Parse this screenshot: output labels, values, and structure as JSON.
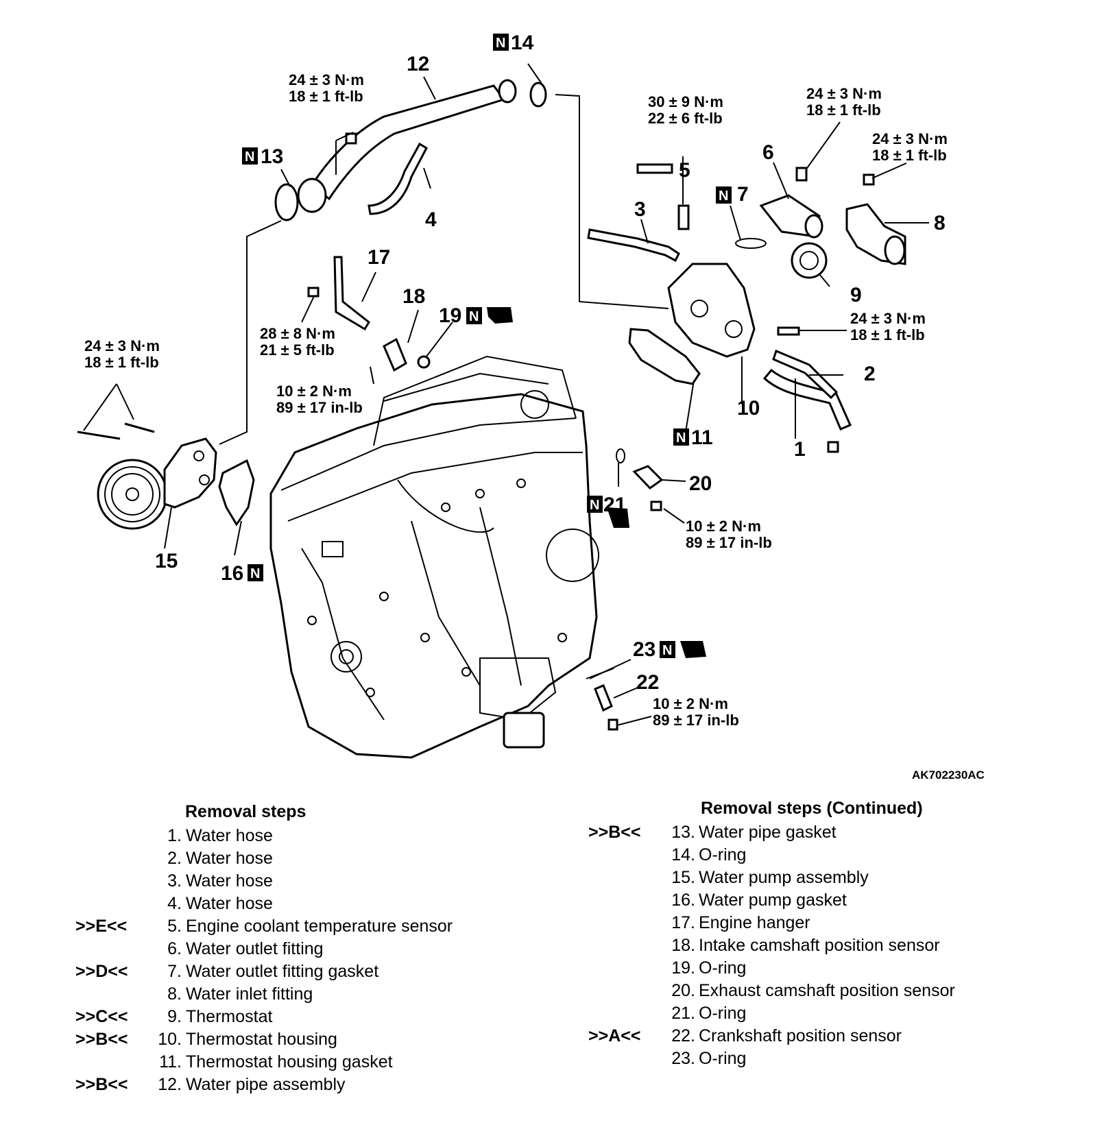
{
  "figure_id": "AK702230AC",
  "callouts": {
    "c1": "1",
    "c2": "2",
    "c3": "3",
    "c4": "4",
    "c5": "5",
    "c6": "6",
    "c7": "7",
    "c8": "8",
    "c9": "9",
    "c10": "10",
    "c11": "11",
    "c12": "12",
    "c13": "13",
    "c14": "14",
    "c15": "15",
    "c16": "16",
    "c17": "17",
    "c18": "18",
    "c19": "19",
    "c20": "20",
    "c21": "21",
    "c22": "22",
    "c23": "23",
    "n_marker": "N"
  },
  "torques": {
    "t_pipe": [
      "24 ± 3 N·m",
      "18 ± 1 ft-lb"
    ],
    "t_sensor5": [
      "30 ± 9 N·m",
      "22 ± 6 ft-lb"
    ],
    "t_outlet": [
      "24 ± 3 N·m",
      "18 ± 1 ft-lb"
    ],
    "t_inlet": [
      "24 ± 3 N·m",
      "18 ± 1 ft-lb"
    ],
    "t_housing": [
      "24 ± 3 N·m",
      "18 ± 1 ft-lb"
    ],
    "t_pump": [
      "24 ± 3 N·m",
      "18 ± 1 ft-lb"
    ],
    "t_hanger": [
      "28 ± 8 N·m",
      "21 ± 5 ft-lb"
    ],
    "t_sensor18": [
      "10 ± 2 N·m",
      "89 ± 17 in-lb"
    ],
    "t_sensor20": [
      "10 ± 2 N·m",
      "89 ± 17 in-lb"
    ],
    "t_sensor22": [
      "10 ± 2 N·m",
      "89 ± 17 in-lb"
    ]
  },
  "removal_steps": {
    "heading": "Removal steps",
    "items": [
      {
        "tag": "",
        "num": "1.",
        "label": "Water hose"
      },
      {
        "tag": "",
        "num": "2.",
        "label": "Water hose"
      },
      {
        "tag": "",
        "num": "3.",
        "label": "Water hose"
      },
      {
        "tag": "",
        "num": "4.",
        "label": "Water hose"
      },
      {
        "tag": ">>E<<",
        "num": "5.",
        "label": "Engine coolant temperature sensor"
      },
      {
        "tag": "",
        "num": "6.",
        "label": "Water outlet fitting"
      },
      {
        "tag": ">>D<<",
        "num": "7.",
        "label": "Water outlet fitting gasket"
      },
      {
        "tag": "",
        "num": "8.",
        "label": "Water inlet fitting"
      },
      {
        "tag": ">>C<<",
        "num": "9.",
        "label": "Thermostat"
      },
      {
        "tag": ">>B<<",
        "num": "10.",
        "label": "Thermostat housing"
      },
      {
        "tag": "",
        "num": "11.",
        "label": "Thermostat housing gasket"
      },
      {
        "tag": ">>B<<",
        "num": "12.",
        "label": "Water pipe assembly"
      }
    ]
  },
  "removal_steps_continued": {
    "heading": "Removal steps (Continued)",
    "items": [
      {
        "tag": ">>B<<",
        "num": "13.",
        "label": "Water pipe gasket"
      },
      {
        "tag": "",
        "num": "14.",
        "label": "O-ring"
      },
      {
        "tag": "",
        "num": "15.",
        "label": "Water pump assembly"
      },
      {
        "tag": "",
        "num": "16.",
        "label": "Water pump gasket"
      },
      {
        "tag": "",
        "num": "17.",
        "label": "Engine hanger"
      },
      {
        "tag": "",
        "num": "18.",
        "label": "Intake camshaft position sensor"
      },
      {
        "tag": "",
        "num": "19.",
        "label": "O-ring"
      },
      {
        "tag": "",
        "num": "20.",
        "label": "Exhaust camshaft position sensor"
      },
      {
        "tag": "",
        "num": "21.",
        "label": "O-ring"
      },
      {
        "tag": ">>A<<",
        "num": "22.",
        "label": "Crankshaft position sensor"
      },
      {
        "tag": "",
        "num": "23.",
        "label": "O-ring"
      }
    ]
  }
}
